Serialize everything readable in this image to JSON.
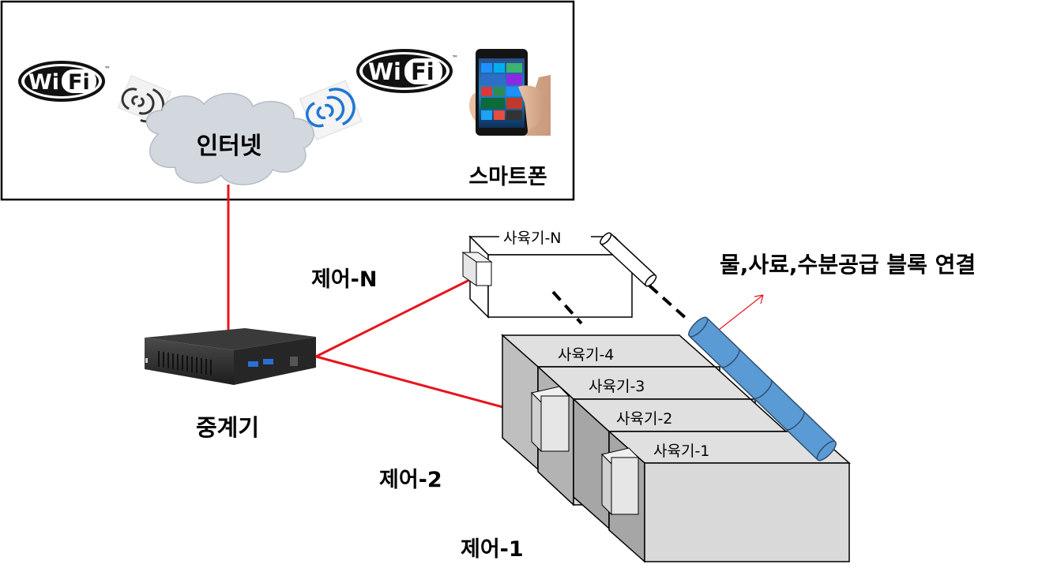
{
  "top_panel": {
    "wifi_left": {
      "text_wi": "Wi",
      "text_fi": "Fi",
      "tm": "™"
    },
    "wifi_right": {
      "text_wi": "Wi",
      "text_fi": "Fi",
      "tm": "™"
    },
    "cloud_label": "인터넷",
    "phone_label": "스마트폰"
  },
  "repeater_label": "중계기",
  "controls": {
    "control_n": "제어-N",
    "control_2": "제어-2",
    "control_1": "제어-1"
  },
  "feeders": {
    "feeder_n": "사육기-N",
    "feeder_4": "사육기-4",
    "feeder_3": "사육기-3",
    "feeder_2": "사육기-2",
    "feeder_1": "사육기-1"
  },
  "supply_label": "물,사료,수분공급 블록 연결",
  "colors": {
    "link_line": "#e8141c",
    "pipe_blue": "#5b9bd5",
    "box_gray": "#d9d9d9",
    "box_dark": "#a6a6a6",
    "cloud": "#d3d8df"
  }
}
